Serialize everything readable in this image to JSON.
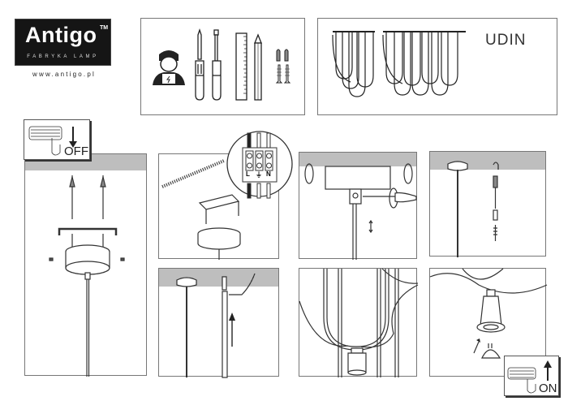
{
  "brand": {
    "name": "Antigo",
    "trademark": "TM",
    "tagline": "FABRYKA LAMP",
    "url": "www.antigo.pl"
  },
  "product": {
    "model_name": "UDIN"
  },
  "tools_panel": {
    "icons": [
      "electrician-icon",
      "phillips-screwdriver-icon",
      "flat-screwdriver-icon",
      "ruler-icon",
      "pencil-icon",
      "wall-plugs-icon",
      "screws-icon"
    ]
  },
  "steps": [
    {
      "id": 1,
      "description": "Switch power off, drill holes, fix mounting bracket with wall plugs and screws, attach canopy",
      "switch_label": "OFF"
    },
    {
      "id": 2,
      "description": "Connect wires to terminal block",
      "terminal_labels": [
        "L",
        "⏚",
        "N"
      ]
    },
    {
      "id": 3,
      "description": "Fasten canopy screws, adjust cable height"
    },
    {
      "id": 4,
      "description": "Fix ceiling hook with wall plug and screw"
    },
    {
      "id": 5,
      "description": "Hang rod to hook, push upward"
    },
    {
      "id": 6,
      "description": "Lamp shade with GU10 socket view"
    },
    {
      "id": 7,
      "description": "Insert bulb into socket, switch power on",
      "switch_label": "ON"
    }
  ],
  "colors": {
    "line": "#333333",
    "ceiling_hatch": "#cfcfcf",
    "logo_bg": "#151515"
  }
}
